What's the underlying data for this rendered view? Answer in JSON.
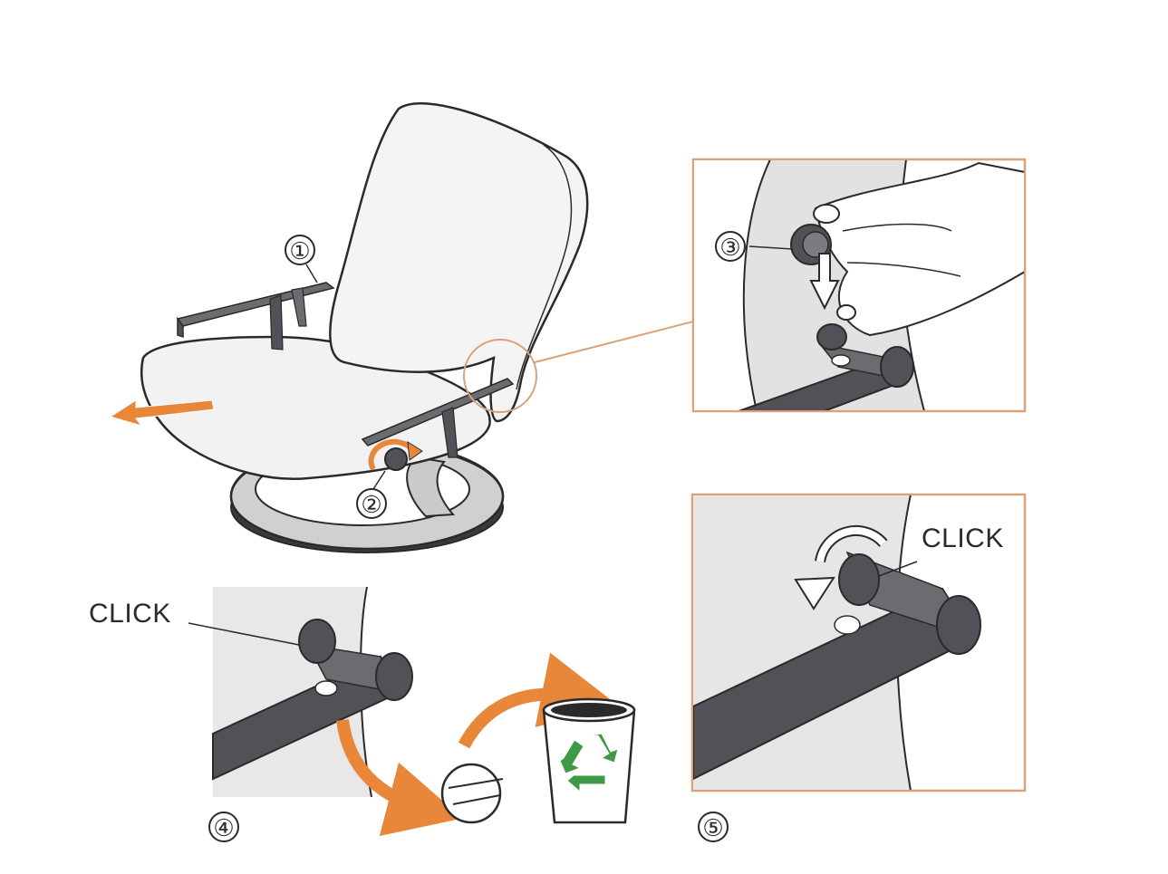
{
  "steps": [
    {
      "number": "①"
    },
    {
      "number": "②"
    },
    {
      "number": "③"
    },
    {
      "number": "④"
    },
    {
      "number": "⑤"
    }
  ],
  "labels": {
    "click_step4": "CLICK",
    "click_step5": "CLICK"
  },
  "icons": [
    "recycle-bin-icon",
    "recycle-symbol-icon",
    "rotate-arrow-icon",
    "direction-arrow-icon",
    "hand-icon",
    "cap-piece-icon"
  ],
  "colors": {
    "accent_orange": "#e8873a",
    "frame_orange": "#d9a27a",
    "metal_dark": "#505257",
    "recycle_green": "#3e9a47",
    "outline": "#2a2a2a"
  }
}
